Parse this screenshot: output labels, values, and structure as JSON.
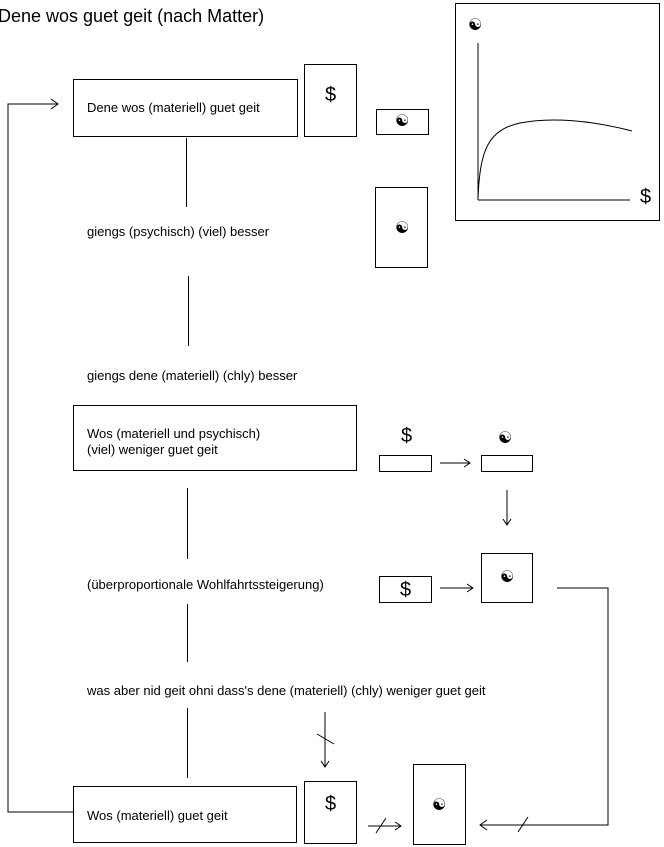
{
  "title": "Dene wos guet geit (nach Matter)",
  "boxes": {
    "top": "Dene wos (materiell) guet geit",
    "middle_line1": "Wos (materiell und psychisch)",
    "middle_line2": "(viel) weniger guet geit",
    "bottom": "Wos (materiell) guet geit"
  },
  "steps": {
    "step1": "giengs (psychisch) (viel) besser",
    "step2": "giengs dene (materiell) (chly) besser",
    "step3": "(überproportionale Wohlfahrtssteigerung)",
    "step4": "was aber nid geit ohni dass's dene (materiell) (chly) weniger guet geit"
  },
  "symbols": {
    "dollar": "$",
    "yin_yang": "☯"
  },
  "inset_chart": {
    "y_axis_symbol": "☯",
    "x_axis_symbol": "$"
  }
}
